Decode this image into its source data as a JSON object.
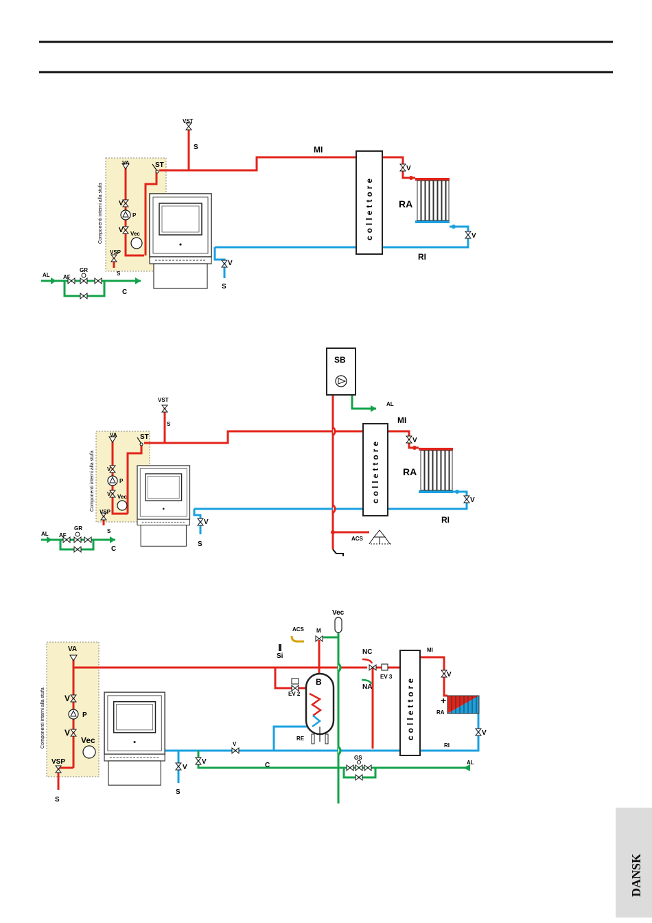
{
  "side_tab": {
    "label": "DANSK"
  },
  "labels": {
    "VST": "VST",
    "S": "S",
    "MI": "MI",
    "RI": "RI",
    "RA": "RA",
    "V": "V",
    "VA": "VA",
    "ST": "ST",
    "P": "P",
    "Vec": "Vec",
    "VSP": "VSP",
    "AL": "AL",
    "AF": "AF",
    "GR": "GR",
    "C": "C",
    "SB": "SB",
    "ACS": "ACS",
    "collettore": "collettore",
    "internal_components": "Componenti interni alla stufa",
    "Si": "Si",
    "M": "M",
    "NC": "NC",
    "NA": "NA",
    "EV2": "EV 2",
    "EV3": "EV 3",
    "B": "B",
    "RE": "RE",
    "GS": "GS",
    "plus": "+"
  },
  "colors": {
    "flow": "#e2231a",
    "return": "#1aa0e0",
    "supply": "#12a34a",
    "internal_panel": "#f7f0c8",
    "panel_border": "#8a8a8a",
    "rule": "#111111",
    "side_tab": "#dcdcdc"
  }
}
